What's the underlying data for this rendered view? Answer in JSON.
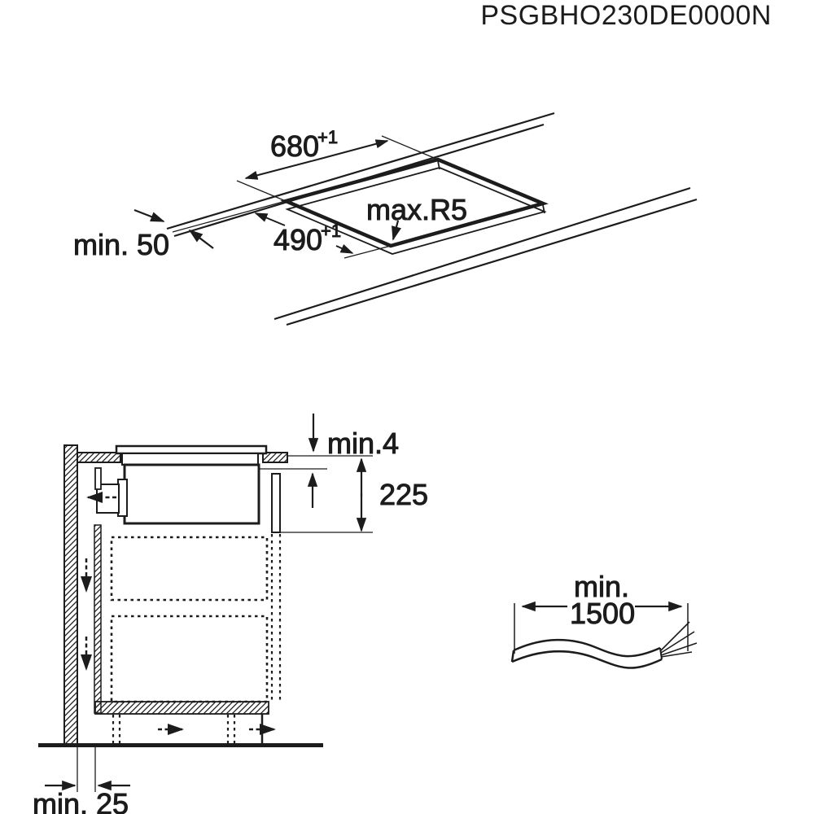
{
  "title": "PSGBHO230DE0000N",
  "colors": {
    "ink": "#1c1c1c",
    "background": "#ffffff"
  },
  "top_view": {
    "width_value": "680",
    "width_tolerance": "+1",
    "depth_value": "490",
    "depth_tolerance": "+1",
    "corner_radius_label": "max.R5",
    "edge_distance_label": "min. 50"
  },
  "side_view": {
    "top_clearance_label": "min.4",
    "build_in_depth_label": "225",
    "wall_gap_label": "min. 25"
  },
  "cable": {
    "min_label": "min.",
    "length_value": "1500"
  }
}
